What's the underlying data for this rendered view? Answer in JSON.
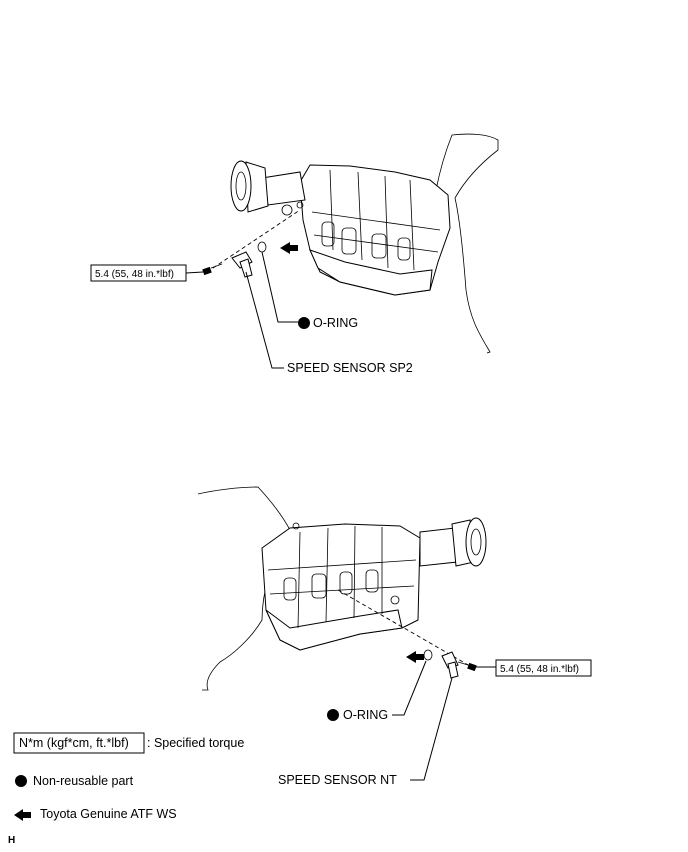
{
  "upper_view": {
    "torque_spec": "5.4 (55, 48 in.*lbf)",
    "o_ring_label": "O-RING",
    "sensor_label": "SPEED SENSOR SP2"
  },
  "lower_view": {
    "torque_spec": "5.4 (55, 48 in.*lbf)",
    "o_ring_label": "O-RING",
    "sensor_label": "SPEED SENSOR NT"
  },
  "legend": {
    "torque_unit": "N*m (kgf*cm, ft.*lbf)",
    "torque_desc": ": Specified torque",
    "non_reusable": "Non-reusable part",
    "atf": "Toyota Genuine ATF WS"
  },
  "corner_mark": "H",
  "colors": {
    "line": "#000000",
    "background": "#ffffff"
  },
  "icons": {
    "non_reusable": "filled-circle-icon",
    "atf": "arrow-left-icon"
  }
}
